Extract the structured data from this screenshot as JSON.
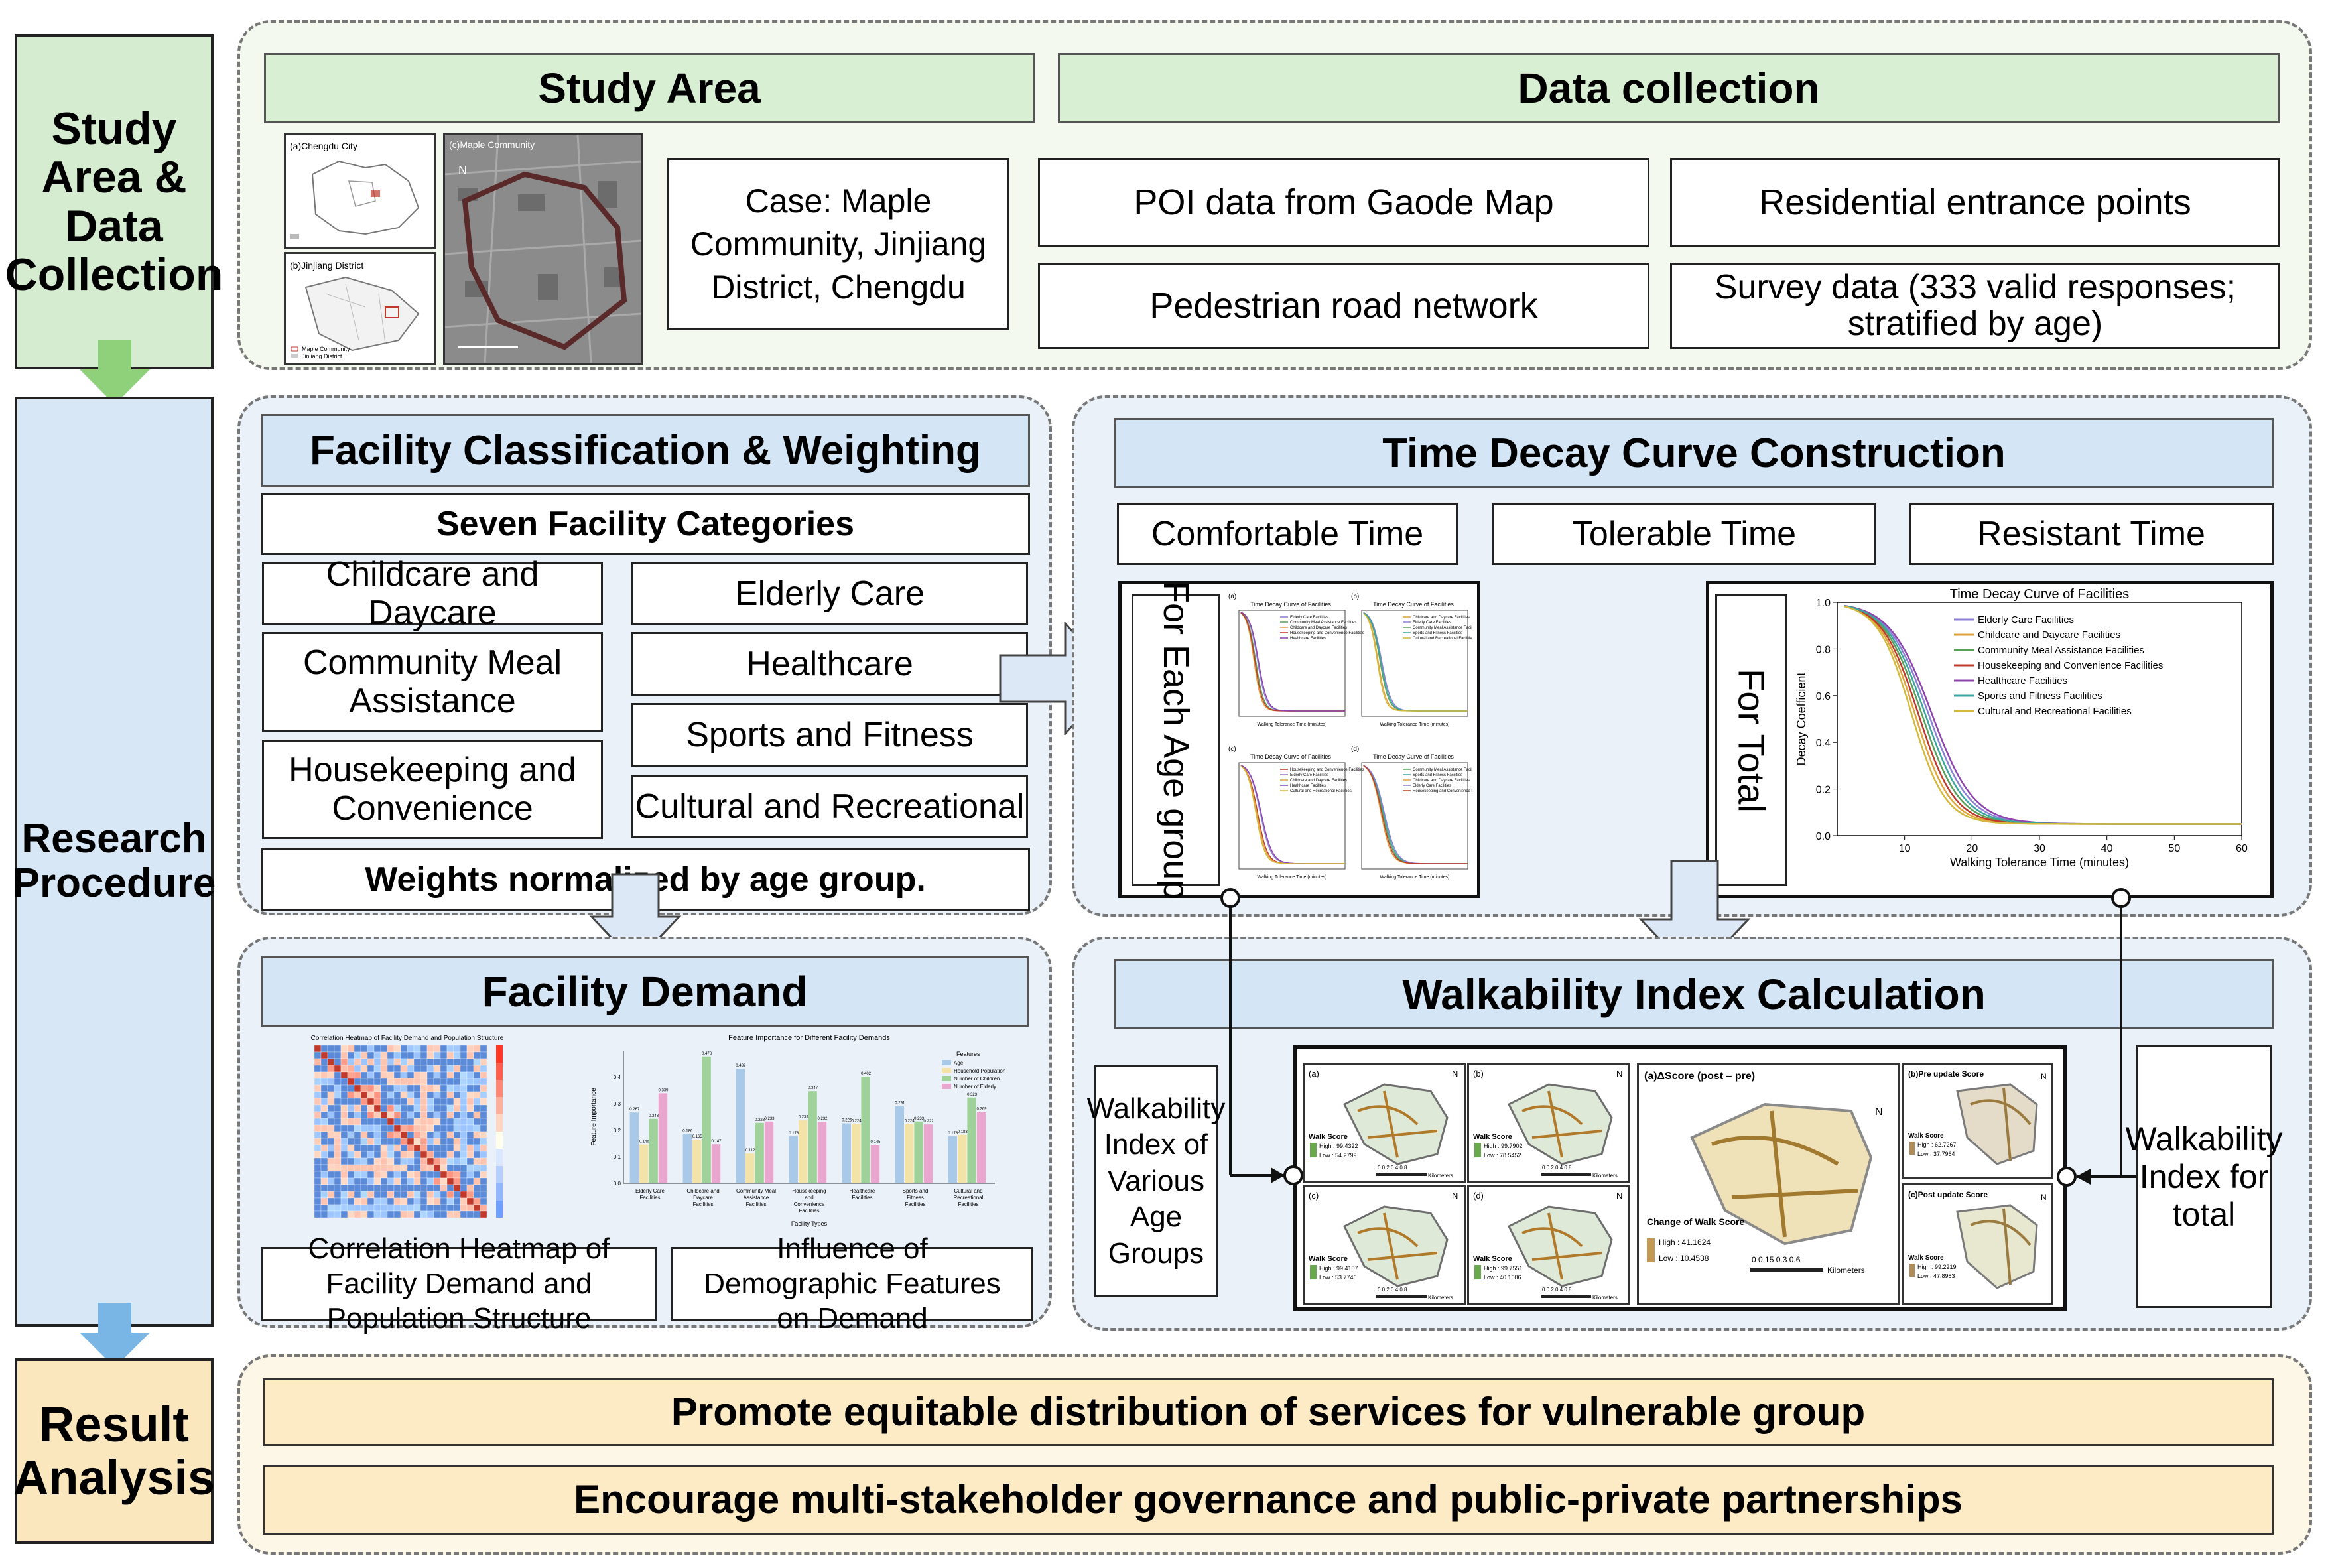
{
  "phases": {
    "study_area": "Study Area & Data Collection",
    "research": "Research Procedure",
    "result": "Result Analysis"
  },
  "study_area": {
    "title": "Study Area",
    "map_labels": {
      "chengdu": "(a)Chengdu City",
      "jinjiang": "(b)Jinjiang District",
      "maple": "(c)Maple Community",
      "legend_jinjiang": "Jinjiang District",
      "legend_maple": "Maple Community"
    },
    "case": "Case: Maple Community, Jinjiang District, Chengdu"
  },
  "data_collection": {
    "title": "Data collection",
    "items": [
      "POI data from Gaode Map",
      "Residential entrance points",
      "Pedestrian road network",
      "Survey data (333 valid responses; stratified by age)"
    ]
  },
  "facility": {
    "title": "Facility Classification & Weighting",
    "subtitle": "Seven Facility Categories",
    "categories": [
      "Childcare and Daycare",
      "Elderly Care",
      "Community Meal Assistance",
      "Healthcare",
      "Housekeeping and Convenience",
      "Sports and Fitness",
      "Cultural and Recreational"
    ],
    "note": "Weights normalized by age group."
  },
  "time_decay": {
    "title": "Time Decay Curve Construction",
    "times": [
      "Comfortable Time",
      "Tolerable Time",
      "Resistant Time"
    ],
    "each_age": "For Each Age group",
    "total": "For Total",
    "small_title": "Time Decay Curve of Facilities",
    "panel_labels": [
      "(a)",
      "(b)",
      "(c)",
      "(d)"
    ],
    "small_xlabel": "Walking Tolerance Time (minutes)"
  },
  "chart_data": {
    "type": "line",
    "title": "Time Decay Curve of Facilities",
    "xlabel": "Walking Tolerance Time (minutes)",
    "ylabel": "Decay Coefficient",
    "xlim": [
      0,
      60
    ],
    "ylim": [
      0,
      1
    ],
    "xticks": [
      10,
      20,
      30,
      40,
      50,
      60
    ],
    "yticks": [
      0.0,
      0.2,
      0.4,
      0.6,
      0.8,
      1.0
    ],
    "legend_position": "top-right",
    "series": [
      {
        "name": "Elderly Care Facilities",
        "color": "#8c7fd6",
        "midpoint": 13.5,
        "slope": 3.0
      },
      {
        "name": "Childcare and Daycare Facilities",
        "color": "#e0a33b",
        "midpoint": 11.5,
        "slope": 2.6
      },
      {
        "name": "Community Meal Assistance Facilities",
        "color": "#5aa05a",
        "midpoint": 12.5,
        "slope": 2.8
      },
      {
        "name": "Housekeeping and Convenience Facilities",
        "color": "#c0392b",
        "midpoint": 12.0,
        "slope": 2.7
      },
      {
        "name": "Healthcare Facilities",
        "color": "#8e44ad",
        "midpoint": 14.0,
        "slope": 3.1
      },
      {
        "name": "Sports and Fitness Facilities",
        "color": "#3aa6a0",
        "midpoint": 13.0,
        "slope": 2.9
      },
      {
        "name": "Cultural and Recreational Facilities",
        "color": "#d4b93c",
        "midpoint": 11.0,
        "slope": 2.5
      }
    ]
  },
  "demand": {
    "title": "Facility Demand",
    "heatmap_title": "Correlation Heatmap of Facility Demand and Population Structure",
    "bar_title": "Feature Importance for Different Facility Demands",
    "bar_ylabel": "Feature Importance",
    "bar_xlabel": "Facility Types",
    "bar_legend_title": "Features",
    "bar_features": [
      "Age",
      "Household Population",
      "Number of Children",
      "Number of Elderly"
    ],
    "bar_colors": [
      "#a9c9e8",
      "#f3e3a8",
      "#9fd29a",
      "#e9a7cf"
    ],
    "bar_categories": [
      "Elderly Care Facilities",
      "Childcare and Daycare Facilities",
      "Community Meal Assistance Facilities",
      "Housekeeping and Convenience Facilities",
      "Healthcare Facilities",
      "Sports and Fitness Facilities",
      "Cultural and Recreational Facilities"
    ],
    "bar_values": [
      [
        0.267,
        0.146,
        0.243,
        0.339
      ],
      [
        0.186,
        0.165,
        0.478,
        0.147
      ],
      [
        0.432,
        0.112,
        0.228,
        0.233
      ],
      [
        0.178,
        0.239,
        0.347,
        0.232
      ],
      [
        0.226,
        0.224,
        0.402,
        0.145
      ],
      [
        0.291,
        0.224,
        0.233,
        0.222
      ],
      [
        0.178,
        0.183,
        0.323,
        0.269
      ]
    ],
    "caption_heatmap": "Correlation Heatmap of Facility Demand and Population Structure",
    "caption_bar": "Influence of Demographic Features on Demand"
  },
  "walkability": {
    "title": "Walkability Index Calculation",
    "left_label": "Walkability Index of Various Age Groups",
    "right_label": "Walkability Index for total",
    "panel_labels": [
      "(a)",
      "(b)",
      "(c)",
      "(d)"
    ],
    "walk_score": "Walk Score",
    "panels": [
      {
        "high": "High : 99.4322",
        "low": "Low : 54.2799"
      },
      {
        "high": "High : 99.7902",
        "low": "Low : 78.5452"
      },
      {
        "high": "High : 99.4107",
        "low": "Low : 53.7746"
      },
      {
        "high": "High : 99.7551",
        "low": "Low : 40.1606"
      }
    ],
    "scale_ticks": "0  0.2  0.4      0.8",
    "kilometers": "Kilometers",
    "delta_title": "(a)ΔScore (post – pre)",
    "change_label": "Change of Walk Score",
    "delta_high": "High : 41.1624",
    "delta_low": "Low : 10.4538",
    "delta_scale": "0  0.15  0.3         0.6",
    "pre_title": "(b)Pre update Score",
    "pre_high": "High : 62.7267",
    "pre_low": "Low : 37.7964",
    "post_title": "(c)Post update Score",
    "post_high": "High : 99.2219",
    "post_low": "Low : 47.8983"
  },
  "results": [
    "Promote equitable distribution of services for vulnerable group",
    "Encourage multi-stakeholder governance and public-private partnerships"
  ]
}
